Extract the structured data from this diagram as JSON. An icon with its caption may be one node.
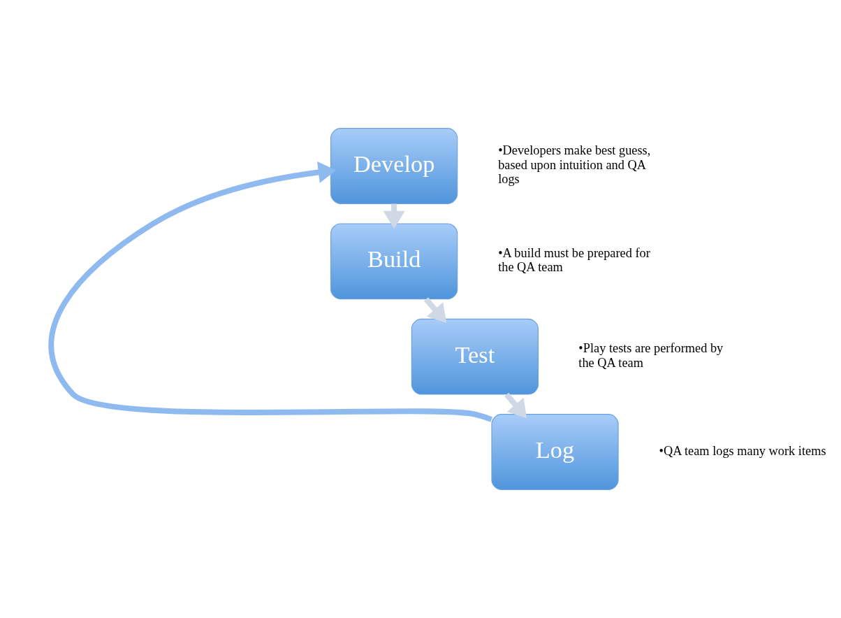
{
  "diagram": {
    "nodes": [
      {
        "text": [
          "Develop"
        ],
        "beside": [
          "•Developers make best guess, based upon intuition and QA logs"
        ]
      },
      {
        "text": [
          "Build"
        ],
        "beside": [
          "•A build must be prepared for the QA team"
        ]
      },
      {
        "text": [
          "Test"
        ],
        "beside": [
          "•Play tests are performed by the QA team"
        ]
      },
      {
        "text": [
          "Log"
        ],
        "beside": [
          "•QA team logs many work items"
        ]
      }
    ],
    "edges": [
      {
        "from": 0,
        "to": 1,
        "arrow": "to"
      },
      {
        "from": 1,
        "to": 2,
        "arrow": "to"
      },
      {
        "from": 2,
        "to": 3,
        "arrow": "to"
      },
      {
        "from": 3,
        "to": 0,
        "arrow": "to",
        "color": "#8fbaf0"
      }
    ]
  }
}
